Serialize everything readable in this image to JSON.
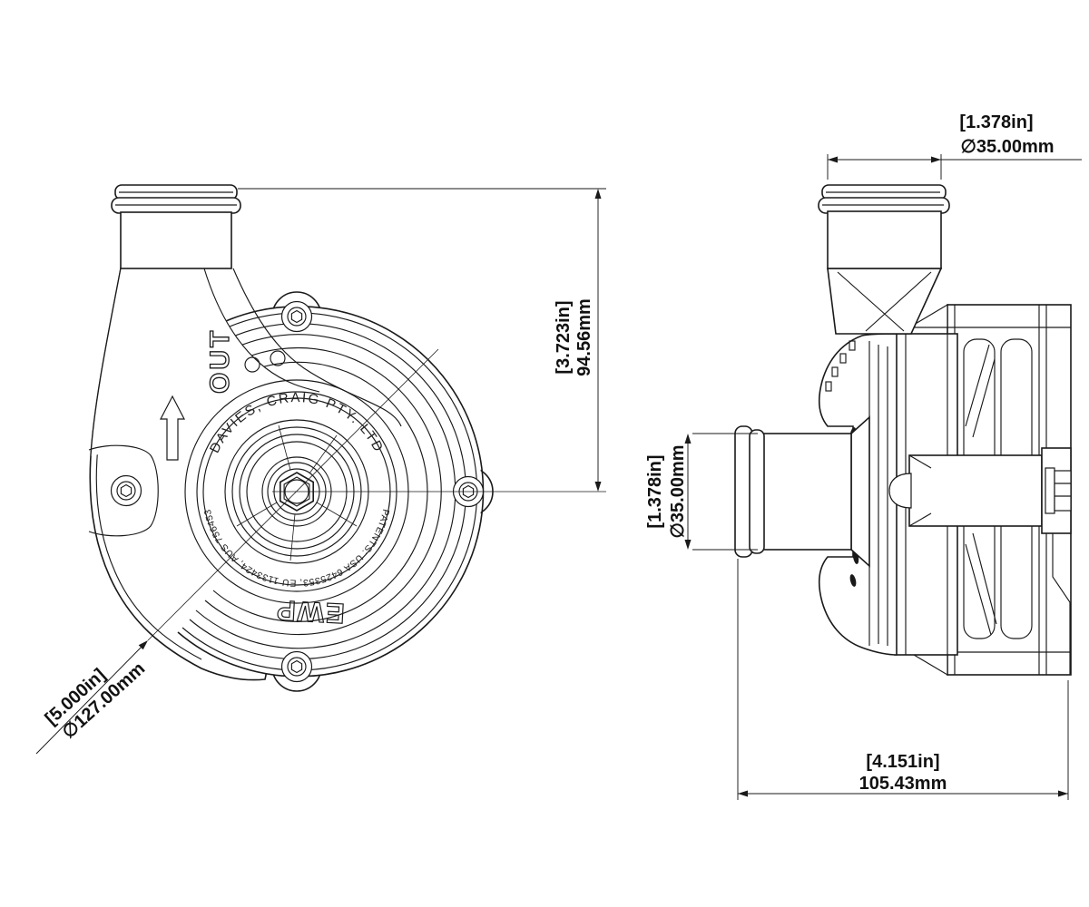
{
  "drawing": {
    "background_color": "#ffffff",
    "line_color": "#1a1a1a",
    "front_view": {
      "flow_label": "OUT",
      "brand_arc_text": "DAVIES, CRAIG PTY. LTD",
      "patents_arc_text": "PATENTS: USA 6425353, EU 1133424, AUS 756453",
      "model_text": "EWP"
    },
    "dimensions": {
      "pump_height": {
        "inches": "[3.723in]",
        "metric": "94.56mm"
      },
      "outlet_diameter": {
        "inches": "[1.378in]",
        "metric": "∅35.00mm"
      },
      "inlet_diameter": {
        "inches": "[1.378in]",
        "metric": "∅35.00mm"
      },
      "body_diameter": {
        "inches": "[5.000in]",
        "metric": "∅127.00mm"
      },
      "body_depth": {
        "inches": "[4.151in]",
        "metric": "105.43mm"
      }
    }
  }
}
